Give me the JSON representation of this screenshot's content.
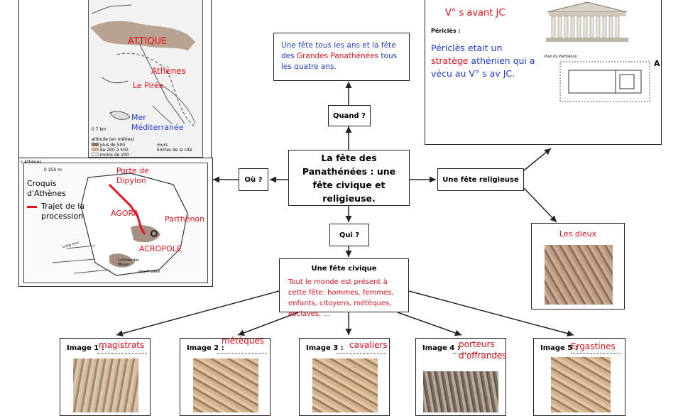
{
  "center": {
    "title": "La fête des Panathénées : une fête civique et religieuse."
  },
  "quand": {
    "button": "Quand ?",
    "text_a": "Une fête tous les ans et la fête des ",
    "text_b": "Grandes Panathénées",
    "text_c": " tous les quatre ans."
  },
  "ou": {
    "button": "Où ?"
  },
  "qui": {
    "button": "Qui ?"
  },
  "religieuse": {
    "label": "Une fête religieuse",
    "dieux_label": "Les dieux"
  },
  "civique": {
    "title": "Une fête civique",
    "text": "Tout le monde est présent à cette fête: hommes, femmes, enfants, citoyens, métèques, esclaves, ..."
  },
  "pericles": {
    "date": "V° s avant JC",
    "heading": "Périclès :",
    "text_a": "Périclès etait un ",
    "text_b": "stratège",
    "text_c": " athénien qui a vécu au V° s av JC.",
    "plan_label": "Plan du Parthénon"
  },
  "map_top": {
    "attique": "ATTIQUE",
    "athenes": "Athènes",
    "piree": "Le Pirée",
    "mer": "Mer Méditerranée",
    "scale": "0 7 km",
    "legend_title": "altitude (en mètres)",
    "legend": [
      "plus de 500",
      "de 200 à 500",
      "moins de 200"
    ],
    "legend_right": [
      "murs",
      "limites de la cité"
    ]
  },
  "map_bottom": {
    "caption": "s Athènes",
    "croquis": "Croquis d'Athènes",
    "trajet": "Trajet de la procession",
    "porte": "Porte de Dipylon",
    "agora": "AGORA",
    "parthenon": "Parthénon",
    "acropole": "ACROPOLE",
    "scale": "0 250 m",
    "collines": "Collines des Muses",
    "long_mur": "Long mur",
    "vers_phalere": "vers Phalère"
  },
  "images": [
    {
      "label": "Image 1 :",
      "answer": "magistrats"
    },
    {
      "label": "Image 2 :",
      "answer": "métèques"
    },
    {
      "label": "Image 3 :",
      "answer": "cavaliers"
    },
    {
      "label": "Image 4 :",
      "answer": "porteurs d'offrandes"
    },
    {
      "label": "Image 5 :",
      "answer": "Ergastines"
    }
  ]
}
